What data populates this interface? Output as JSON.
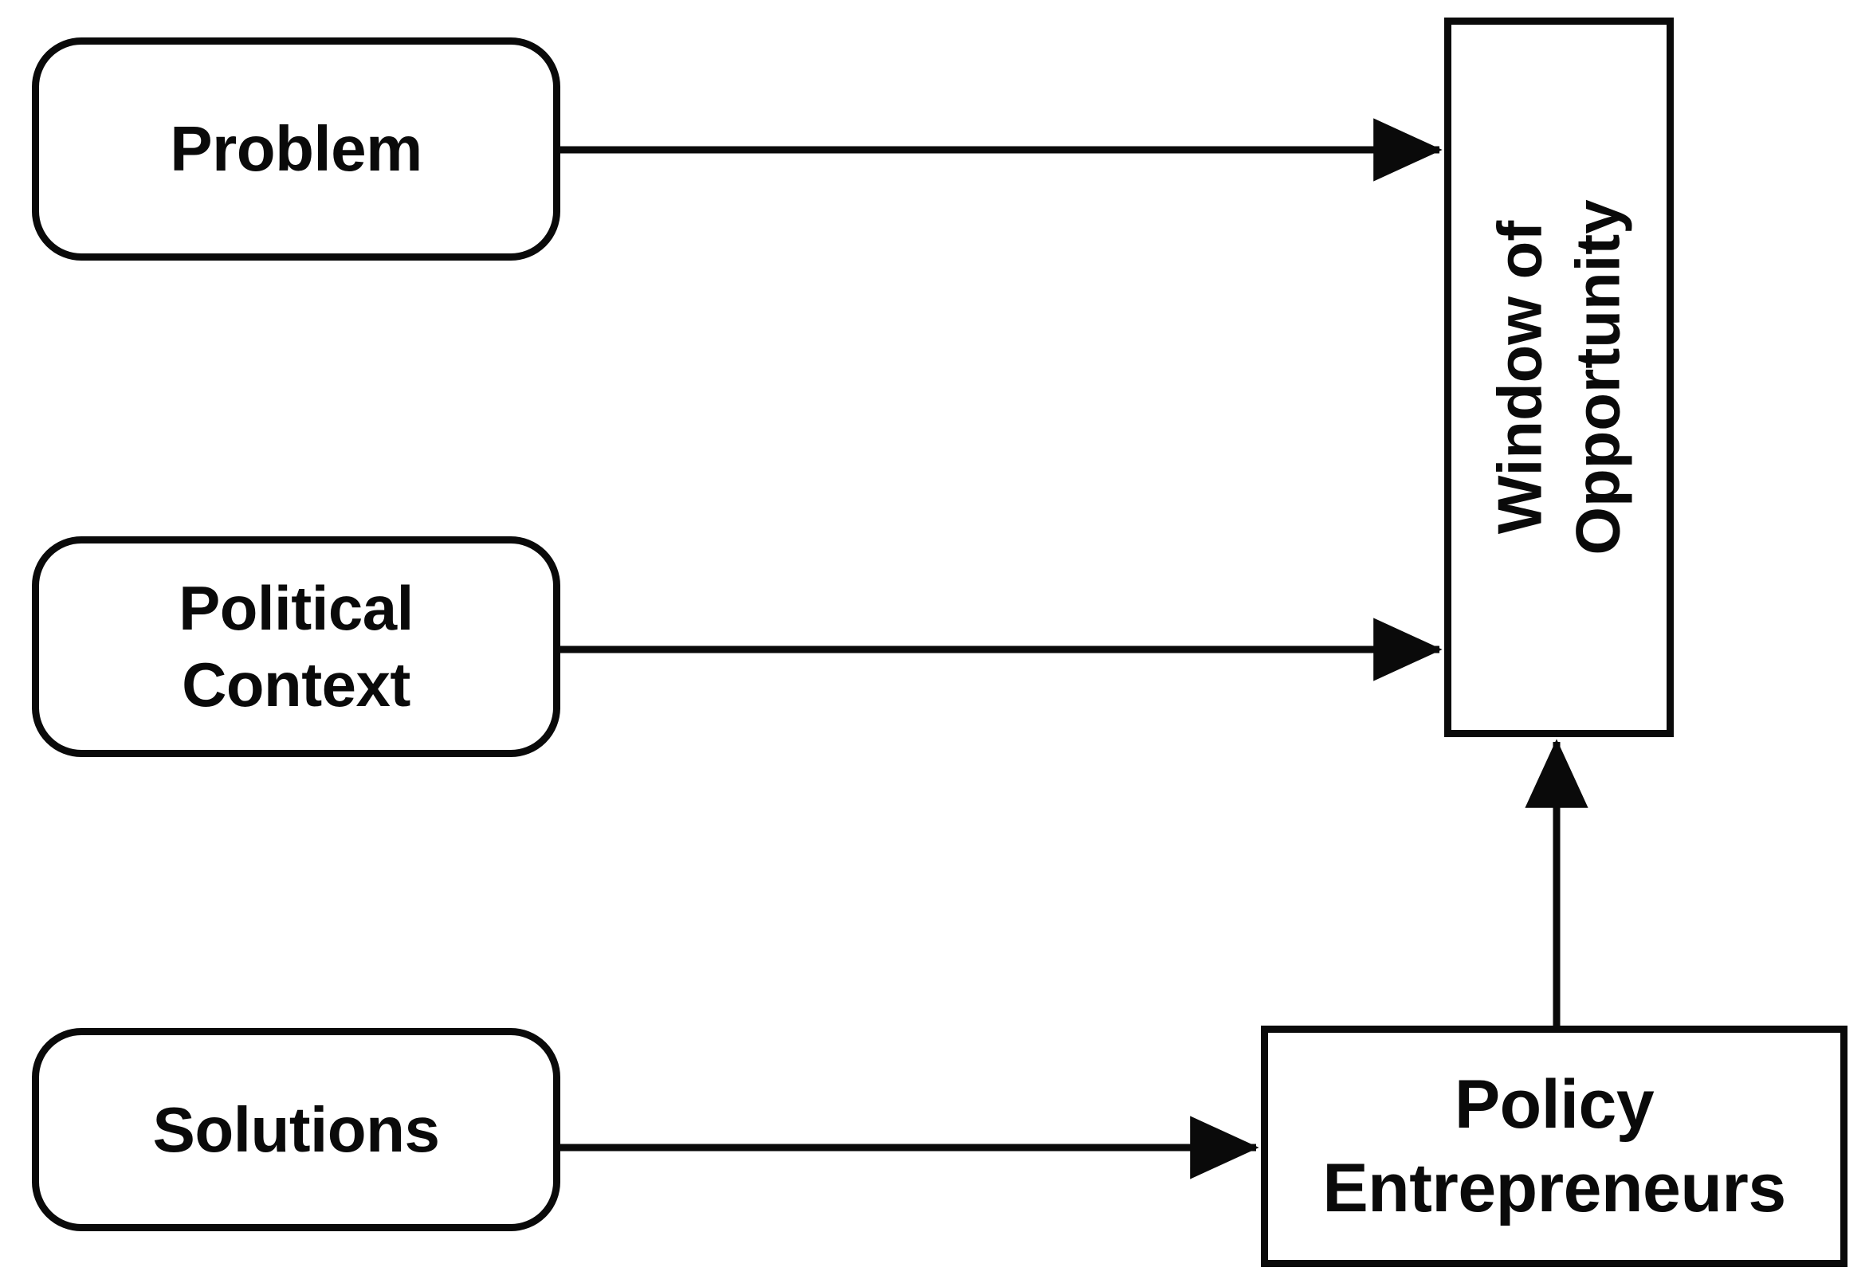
{
  "diagram": {
    "title": "Multiple Streams Framework diagram",
    "background_color": "#ffffff",
    "stroke_color": "#0a0a0a",
    "nodes": [
      {
        "id": "problem",
        "label": "Problem",
        "shape": "rounded-rectangle"
      },
      {
        "id": "political",
        "label": "Political\nContext",
        "line1": "Political",
        "line2": "Context",
        "shape": "rounded-rectangle"
      },
      {
        "id": "solutions",
        "label": "Solutions",
        "shape": "rounded-rectangle"
      },
      {
        "id": "window",
        "label": "Window of\nOpportunity",
        "line1": "Window of",
        "line2": "Opportunity",
        "shape": "rectangle",
        "text_orientation": "vertical-bottom-to-top"
      },
      {
        "id": "policy",
        "label": "Policy\nEntrepreneurs",
        "line1": "Policy",
        "line2": "Entrepreneurs",
        "shape": "rectangle"
      }
    ],
    "edges": [
      {
        "id": "problem-to-window",
        "from": "problem",
        "to": "window",
        "direction": "right",
        "arrowhead": "filled-triangle"
      },
      {
        "id": "political-to-window",
        "from": "political",
        "to": "window",
        "direction": "right",
        "arrowhead": "filled-triangle"
      },
      {
        "id": "solutions-to-policy",
        "from": "solutions",
        "to": "policy",
        "direction": "right",
        "arrowhead": "filled-triangle"
      },
      {
        "id": "policy-to-window",
        "from": "policy",
        "to": "window",
        "direction": "up",
        "arrowhead": "filled-triangle"
      }
    ]
  }
}
